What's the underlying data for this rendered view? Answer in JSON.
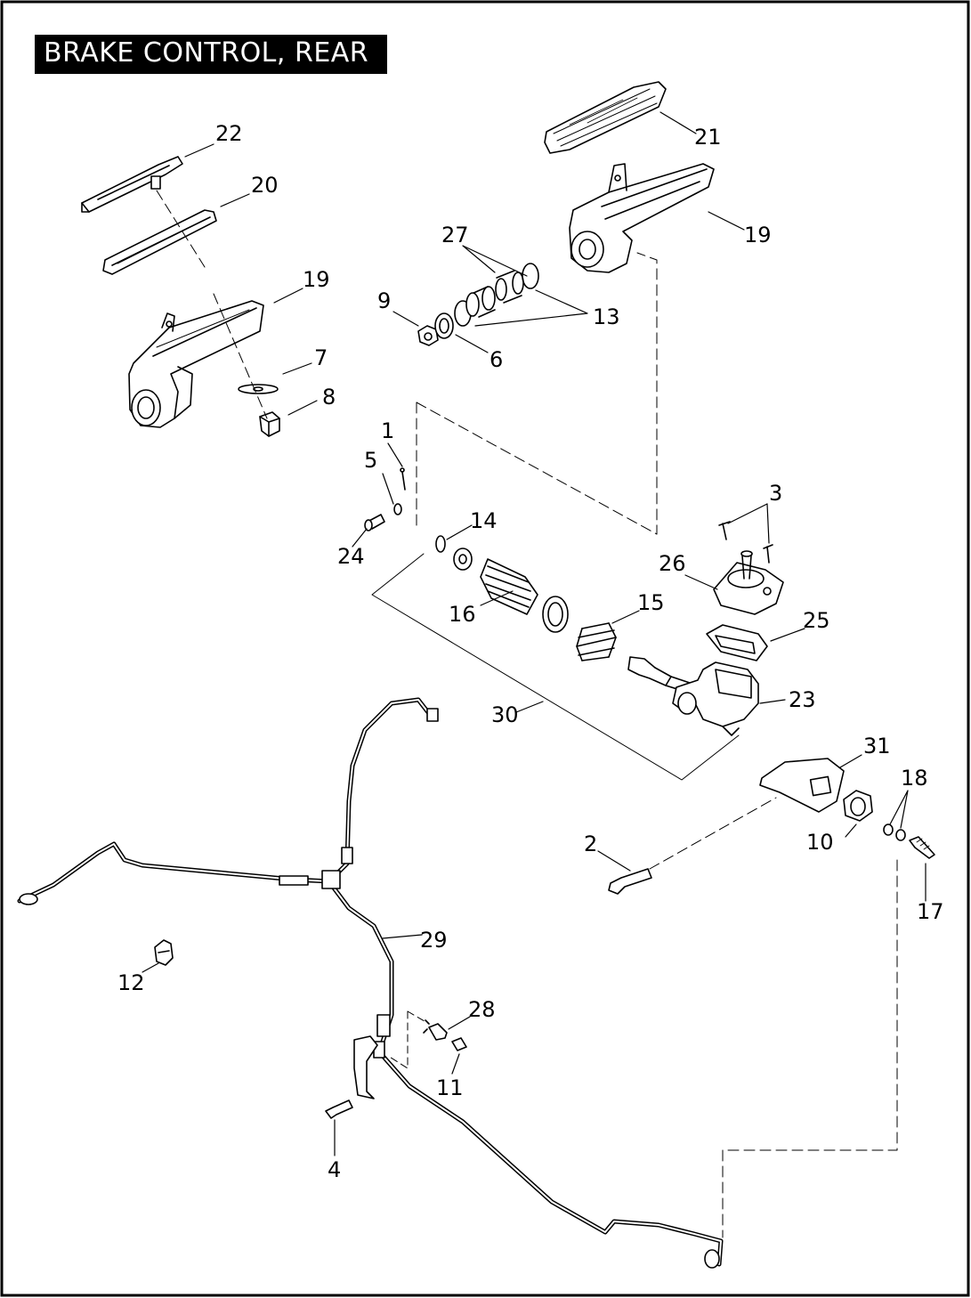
{
  "diagram": {
    "title": "BRAKE CONTROL, REAR",
    "callouts": {
      "c1": "1",
      "c2": "2",
      "c3": "3",
      "c4": "4",
      "c5": "5",
      "c6": "6",
      "c7": "7",
      "c8": "8",
      "c9": "9",
      "c10": "10",
      "c11": "11",
      "c12": "12",
      "c13": "13",
      "c14": "14",
      "c15": "15",
      "c16": "16",
      "c17": "17",
      "c18": "18",
      "c19a": "19",
      "c19b": "19",
      "c20": "20",
      "c21": "21",
      "c22": "22",
      "c23": "23",
      "c24": "24",
      "c25": "25",
      "c26": "26",
      "c27": "27",
      "c28": "28",
      "c29": "29",
      "c30": "30",
      "c31": "31"
    }
  }
}
